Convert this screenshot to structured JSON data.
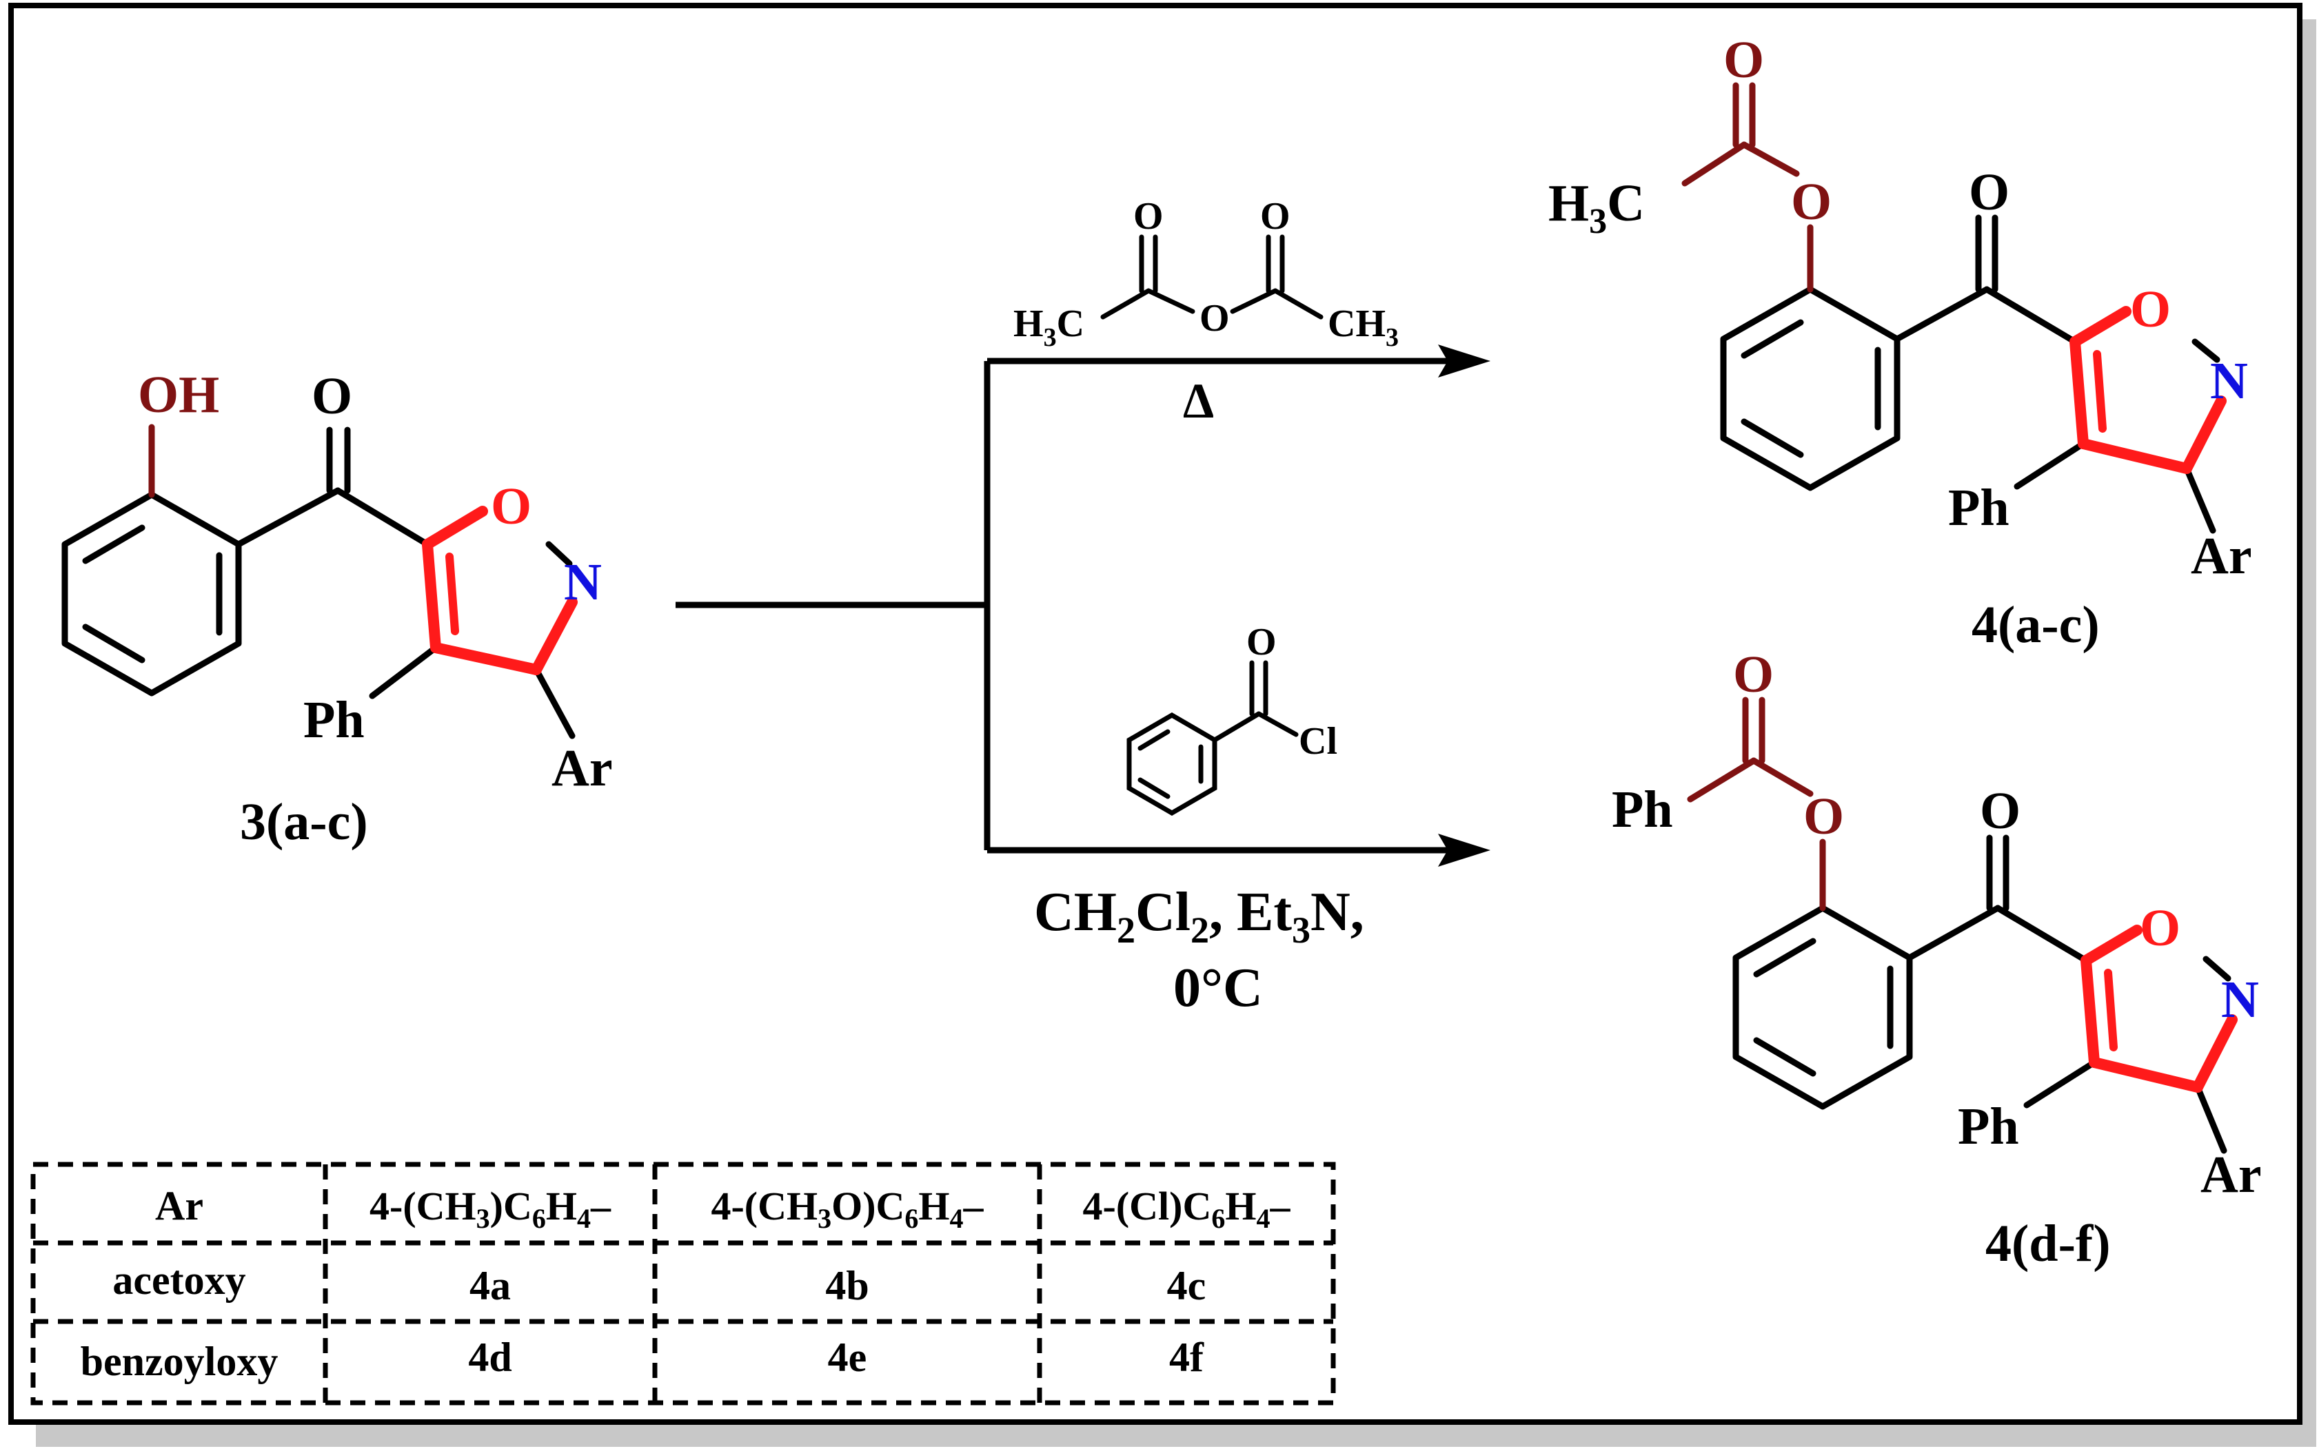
{
  "colors": {
    "bond": "#000000",
    "ring_highlight": "#ff1a1a",
    "acyl_group": "#7f1212",
    "nitrogen": "#1010e0",
    "frame_shadow": "#c8c8c8"
  },
  "start": {
    "oh": "OH",
    "carbonyl_o": "O",
    "ring_o": "O",
    "ring_n": "N",
    "ph": "Ph",
    "ar": "Ar",
    "label": "3(a-c)"
  },
  "reagent_top": {
    "o_left": "O",
    "o_right": "O",
    "o_bridge": "O",
    "ch3_left_main": "H",
    "ch3_left_sub": "3",
    "ch3_left_end": "C",
    "ch3_right_main": "CH",
    "ch3_right_sub": "3",
    "condition": "Δ"
  },
  "reagent_bottom": {
    "o": "O",
    "cl": "Cl",
    "cond_ch": "CH",
    "cond_2a": "2",
    "cond_cl": "Cl",
    "cond_2b": "2",
    "cond_et": ", Et",
    "cond_3": "3",
    "cond_n": "N,",
    "cond_temp": "0°C"
  },
  "product_top": {
    "ester_o": "O",
    "link_o": "O",
    "h3c_main": "H",
    "h3c_sub": "3",
    "h3c_end": "C",
    "carbonyl_o": "O",
    "ring_o": "O",
    "ring_n": "N",
    "ph": "Ph",
    "ar": "Ar",
    "label": "4(a-c)"
  },
  "product_bottom": {
    "ester_o": "O",
    "link_o": "O",
    "ph_ester": "Ph",
    "carbonyl_o": "O",
    "ring_o": "O",
    "ring_n": "N",
    "ph": "Ph",
    "ar": "Ar",
    "label": "4(d-f)"
  },
  "table": {
    "header": {
      "ar": "Ar",
      "col1_a": "4-(CH",
      "col1_b": "3",
      "col1_c": ")C",
      "col1_d": "6",
      "col1_e": "H",
      "col1_f": "4",
      "col1_g": "–",
      "col2_a": "4-(CH",
      "col2_b": "3",
      "col2_c": "O)C",
      "col2_d": "6",
      "col2_e": "H",
      "col2_f": "4",
      "col2_g": "–",
      "col3_a": "4-(Cl)C",
      "col3_b": "6",
      "col3_c": "H",
      "col3_d": "4",
      "col3_e": "–"
    },
    "rows": [
      {
        "label": "acetoxy",
        "cells": [
          "4a",
          "4b",
          "4c"
        ]
      },
      {
        "label": "benzoyloxy",
        "cells": [
          "4d",
          "4e",
          "4f"
        ]
      }
    ]
  }
}
